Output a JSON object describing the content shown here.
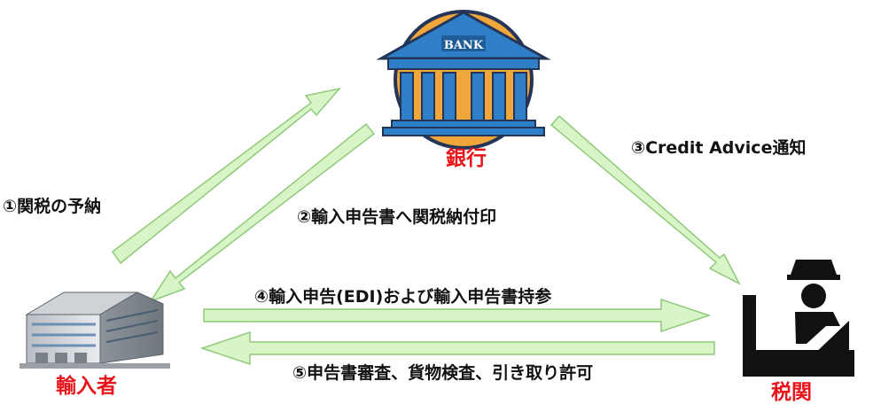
{
  "nodes": {
    "bank": {
      "name": "銀行",
      "sign": "BANK"
    },
    "importer": {
      "name": "輸入者"
    },
    "customs": {
      "name": "税関"
    }
  },
  "steps": [
    {
      "label": "①関税の予納"
    },
    {
      "label": "②輸入申告書へ関税納付印"
    },
    {
      "label": "③Credit Advice通知"
    },
    {
      "label": "④輸入申告(EDI)および輸入申告書持参"
    },
    {
      "label": "⑤申告書審査、貨物検査、引き取り許可"
    }
  ],
  "colors": {
    "arrow_fill": "#d8f5c8",
    "arrow_stroke": "#8fc97a",
    "node_name": "#e8141b",
    "label_text": "#111111",
    "bank_circle": "#f0a63a",
    "bank_blue": "#2f7ec8",
    "bank_navy": "#243557",
    "officer": "#111111"
  },
  "icons": {
    "bank": "bank-building-icon",
    "importer": "warehouse-icon",
    "customs": "customs-officer-icon"
  }
}
